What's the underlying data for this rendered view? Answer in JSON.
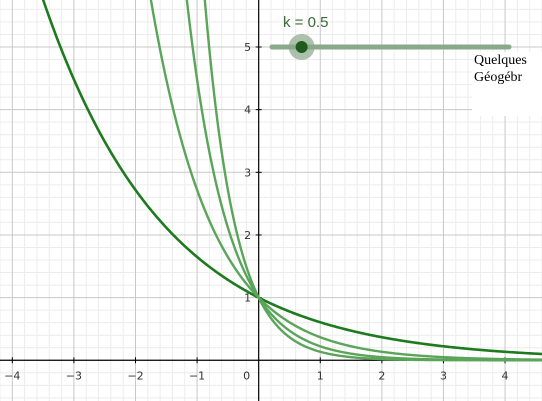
{
  "slider": {
    "label": "k = 0.5",
    "value": 0.5,
    "min": 0,
    "max": 4,
    "track_color": "#8aa88a",
    "knob_color": "#1f5a1f"
  },
  "caption": {
    "line1": "Quelques",
    "line2": "Géogébr"
  },
  "colors": {
    "axis": "#000000",
    "grid_major": "#c8c8c8",
    "grid_minor": "#ececec",
    "curve_dark": "#1e7a1e",
    "curve_light": "#5aa55a"
  },
  "chart_data": {
    "type": "line",
    "title": "",
    "xlabel": "",
    "ylabel": "",
    "xlim": [
      -4.2,
      4.6
    ],
    "ylim": [
      -0.65,
      5.75
    ],
    "grid": true,
    "x_ticks": [
      -4,
      -3,
      -2,
      -1,
      0,
      1,
      2,
      3,
      4
    ],
    "y_ticks": [
      1,
      2,
      3,
      4,
      5
    ],
    "series": [
      {
        "k": 0.5,
        "style": "dark"
      },
      {
        "k": 1,
        "style": "light"
      },
      {
        "k": 1.5,
        "style": "light"
      },
      {
        "k": 2,
        "style": "light"
      }
    ]
  }
}
